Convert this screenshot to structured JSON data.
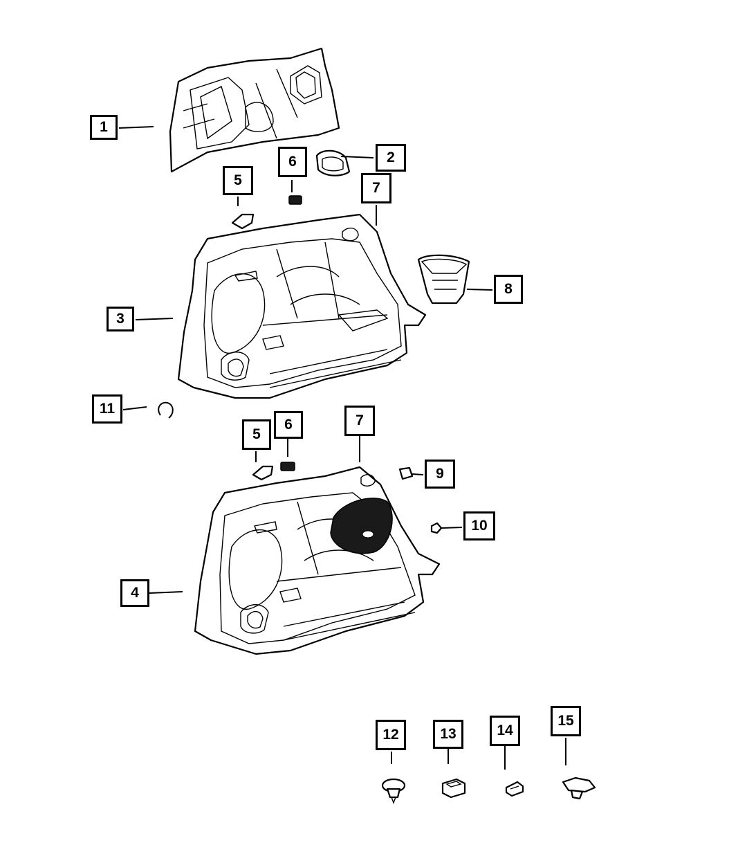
{
  "callouts": {
    "c1": "1",
    "c2": "2",
    "c3": "3",
    "c4": "4",
    "c5a": "5",
    "c5b": "5",
    "c6a": "6",
    "c6b": "6",
    "c7a": "7",
    "c7b": "7",
    "c8": "8",
    "c9": "9",
    "c10": "10",
    "c11": "11",
    "c12": "12",
    "c13": "13",
    "c14": "14",
    "c15": "15"
  }
}
